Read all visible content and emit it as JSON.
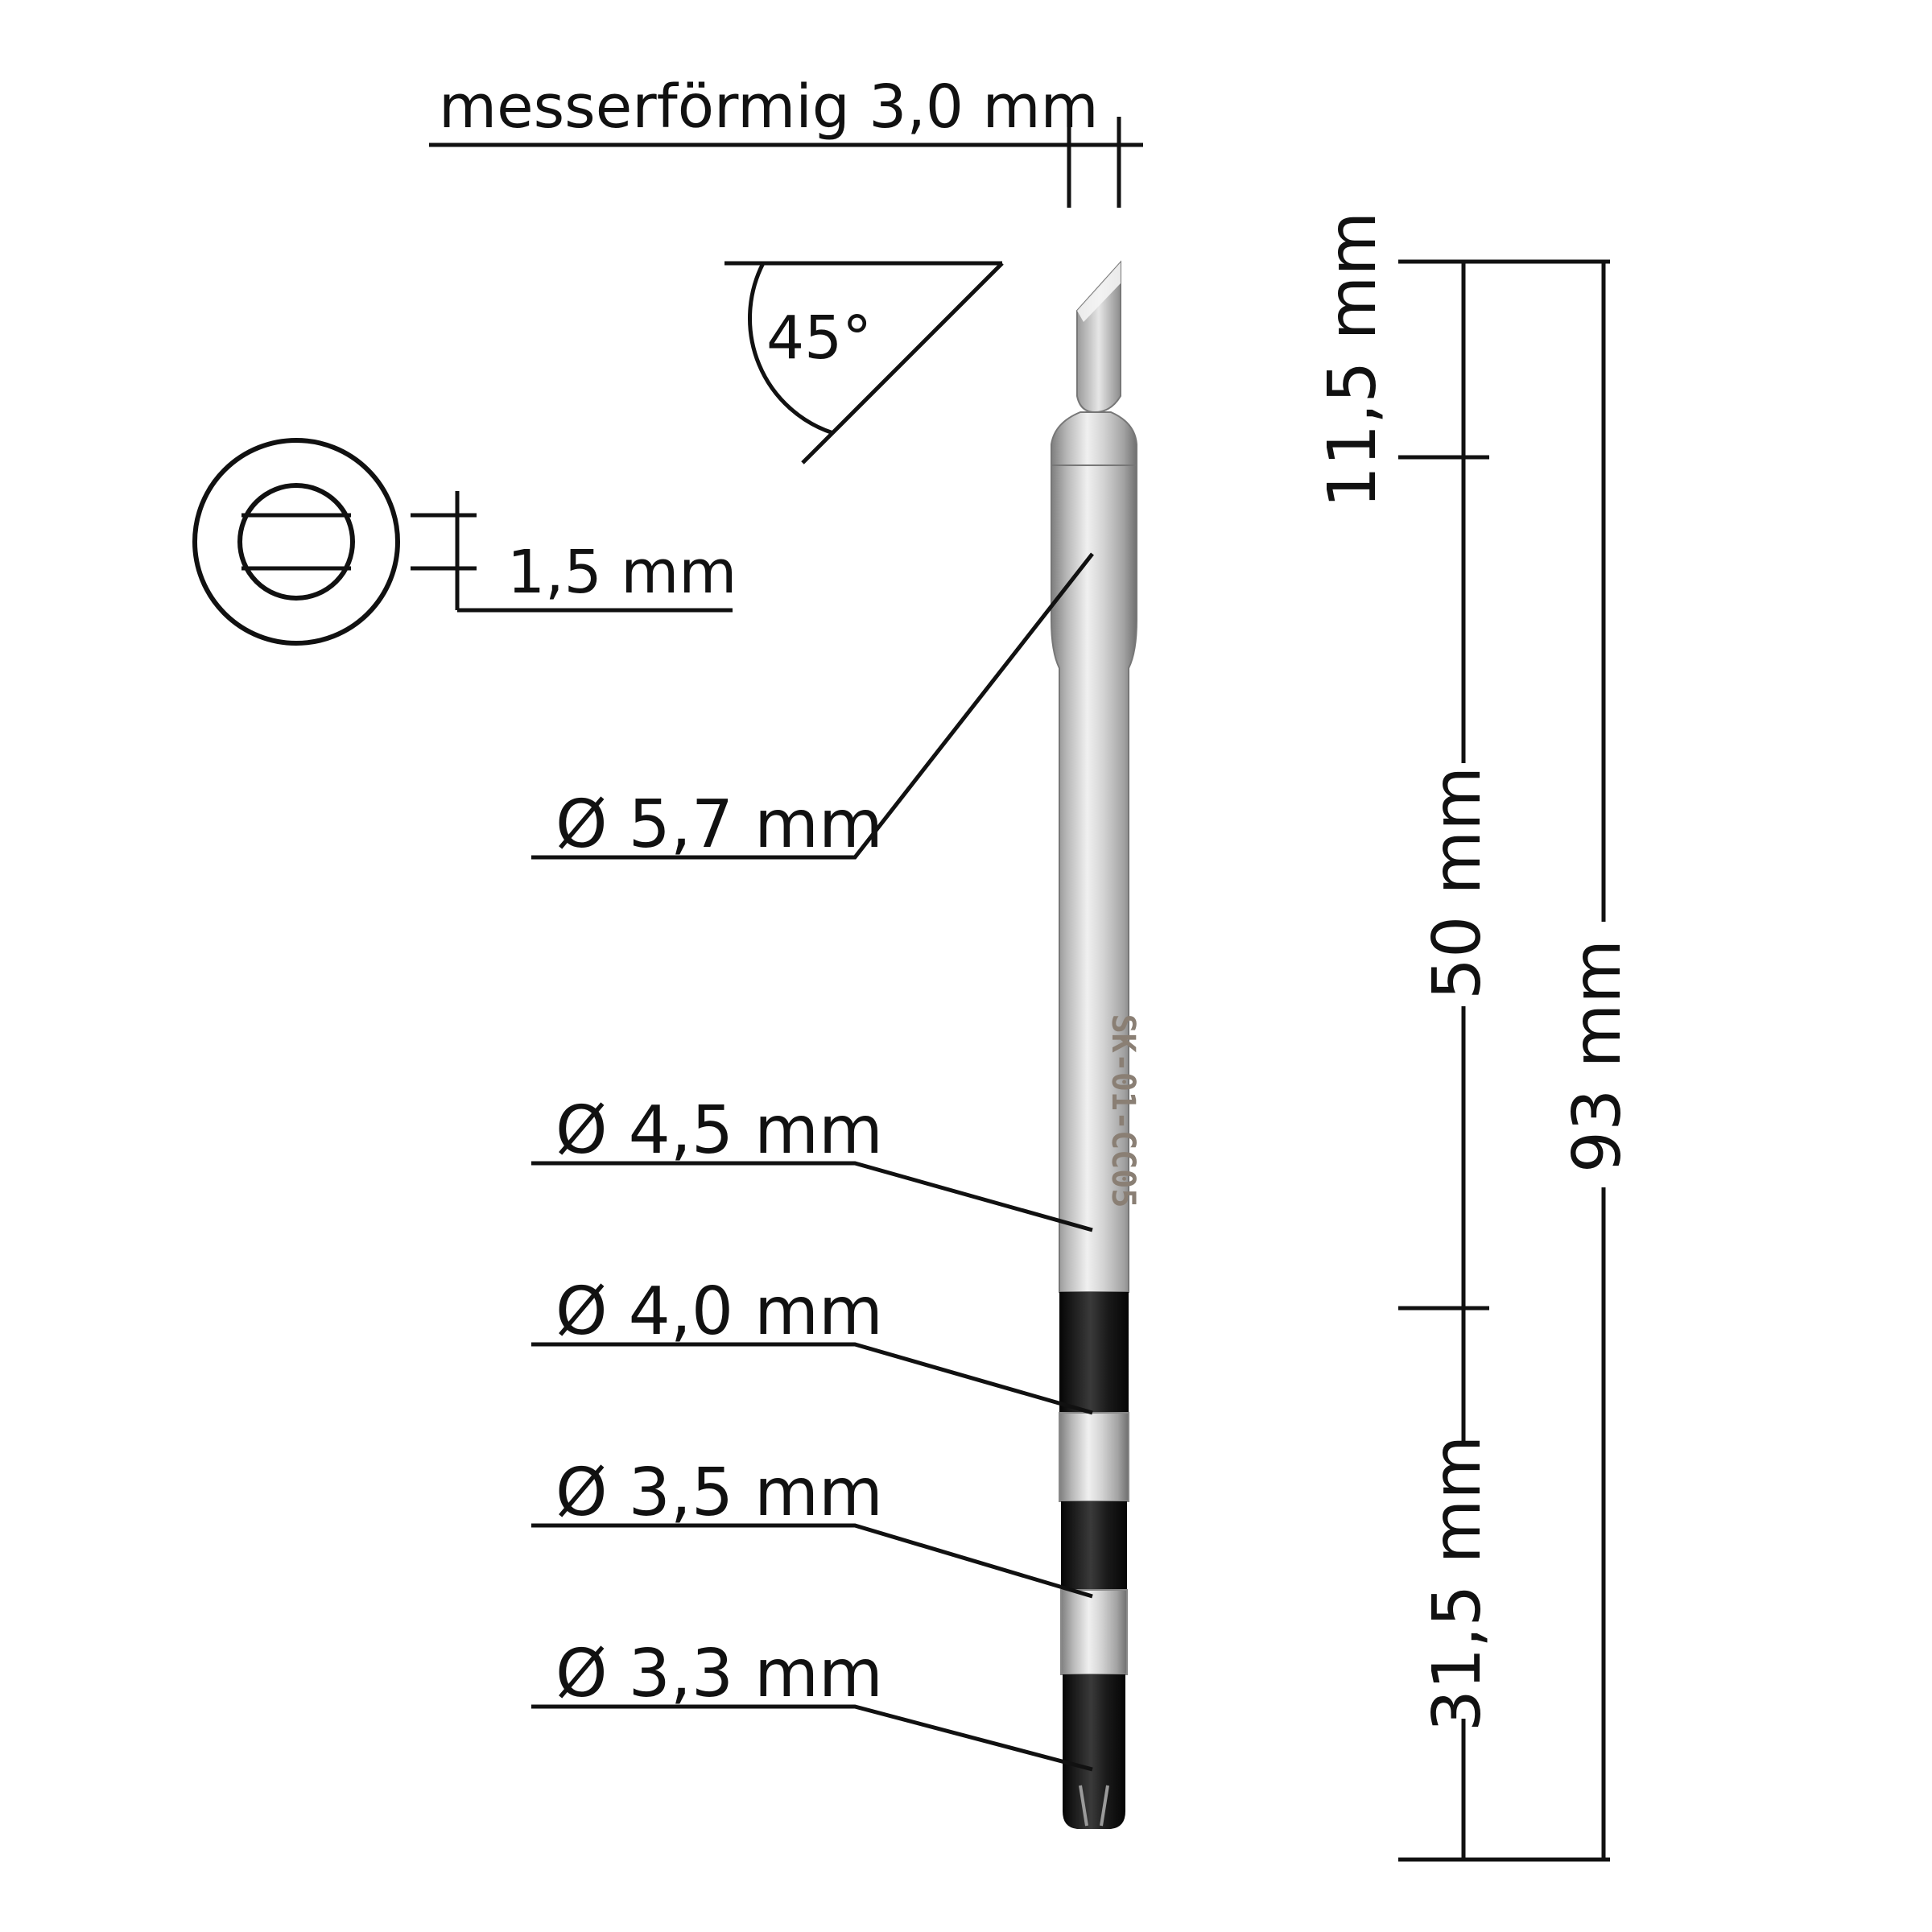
{
  "product": {
    "engraving": "SK-01-CC05"
  },
  "tip": {
    "shape_label": "messerförmig 3,0 mm",
    "angle_label": "45°",
    "thickness_label": "1,5 mm"
  },
  "diameters": [
    {
      "label": "Ø 5,7 mm"
    },
    {
      "label": "Ø 4,5 mm"
    },
    {
      "label": "Ø 4,0 mm"
    },
    {
      "label": "Ø 3,5 mm"
    },
    {
      "label": "Ø 3,3 mm"
    }
  ],
  "lengths": {
    "tip_section": "11,5 mm",
    "shaft_section": "50 mm",
    "connector_section": "31,5 mm",
    "total": "93 mm"
  },
  "colors": {
    "metal": "#c8c8c8",
    "black_band": "#1a1a1a",
    "line": "#111111",
    "engraving": "#8a7f74"
  }
}
